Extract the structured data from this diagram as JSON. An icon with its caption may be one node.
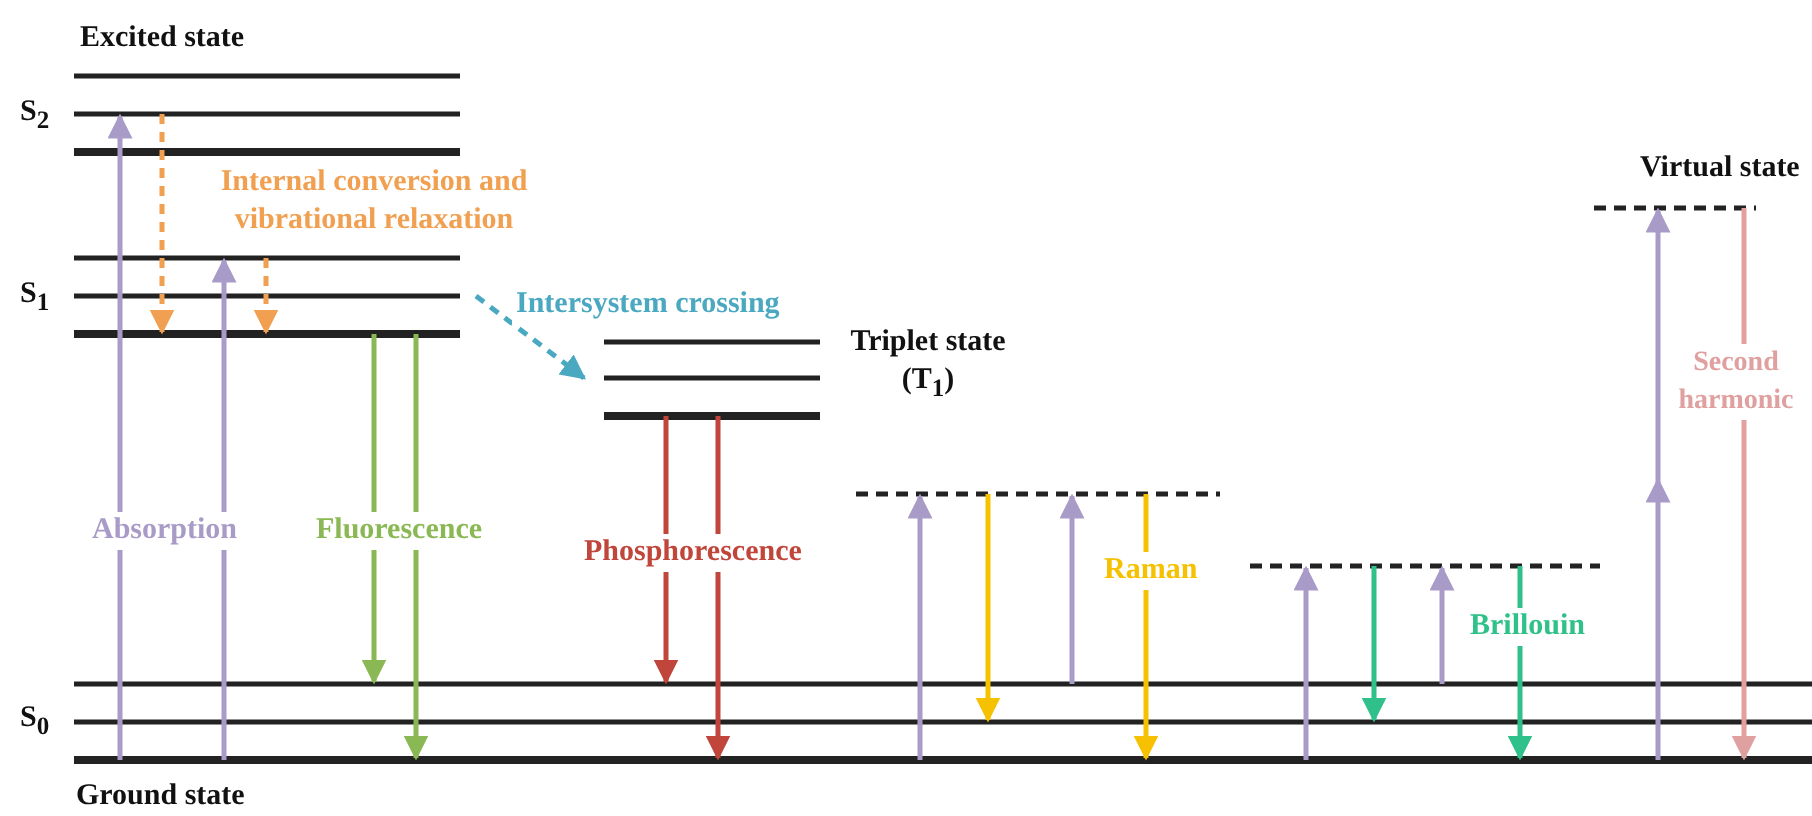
{
  "diagram": {
    "labels": [
      "Excited state",
      "S$_{2}$",
      "Internal conversion and vibrational relaxation",
      "Virtual state",
      "S$_{1}$",
      "Intersystem crossing",
      "Triplet state (T$_{1}$)",
      "Absorption",
      "Fluorescence",
      "Phosphorescence",
      "Raman",
      "Second harmonic",
      "Brillouin",
      "S$_{0}$",
      "Ground state"
    ]
  }
}
